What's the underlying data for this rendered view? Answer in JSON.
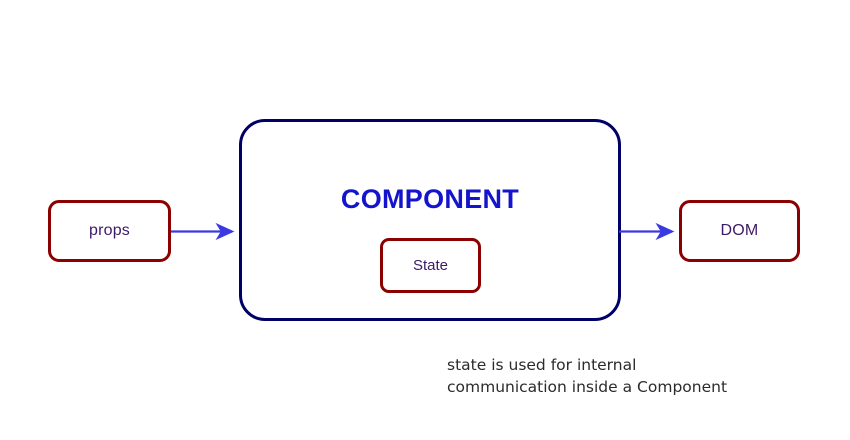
{
  "diagram": {
    "title": "React component data flow diagram",
    "nodes": {
      "props": {
        "label": "props",
        "border_color": "#8b0000",
        "text_color": "#3d1a66"
      },
      "component": {
        "label": "COMPONENT",
        "border_color": "#000066",
        "text_color": "#1414cc"
      },
      "state": {
        "label": "State",
        "border_color": "#8b0000",
        "text_color": "#3d1a66"
      },
      "dom": {
        "label": "DOM",
        "border_color": "#8b0000",
        "text_color": "#3d1a66"
      }
    },
    "arrows": [
      {
        "name": "props-to-component",
        "from": "props",
        "to": "component",
        "color": "#3a3ae0"
      },
      {
        "name": "component-to-dom",
        "from": "component",
        "to": "dom",
        "color": "#3a3ae0"
      }
    ],
    "caption": {
      "text": "state is used for internal\ncommunication inside a Component",
      "color": "#2b2b2b"
    },
    "background_color": "#ffffff"
  }
}
